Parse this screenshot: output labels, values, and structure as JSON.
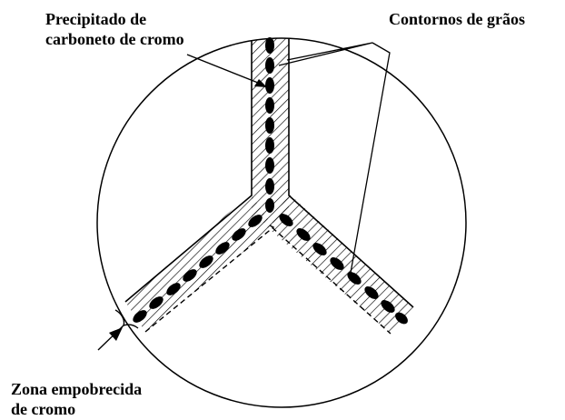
{
  "labels": {
    "precipitate": [
      "Precipitado de",
      "carboneto de cromo"
    ],
    "grain_boundaries": "Contornos de grãos",
    "depleted_zone": [
      "Zona empobrecida",
      "de cromo"
    ]
  },
  "colors": {
    "ink": "#000000",
    "background": "#ffffff"
  }
}
